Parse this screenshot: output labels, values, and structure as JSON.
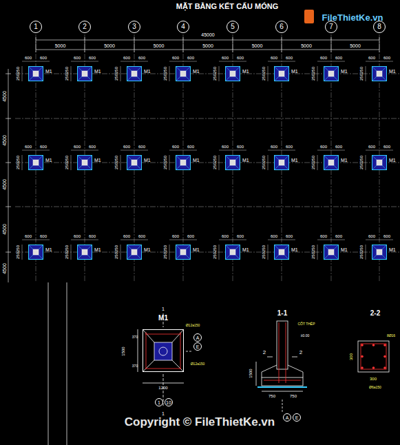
{
  "diagram": {
    "title": "MẶT BẰNG KẾT CẤU MÓNG",
    "nodes": [
      {
        "text": [
          "1"
        ]
      },
      {
        "text": [
          "2"
        ]
      },
      {
        "text": [
          "3"
        ]
      },
      {
        "text": [
          "4"
        ]
      },
      {
        "text": [
          "5"
        ]
      },
      {
        "text": [
          "6"
        ]
      },
      {
        "text": [
          "7"
        ]
      },
      {
        "text": [
          "8"
        ]
      },
      {
        "text": [
          "M1"
        ]
      },
      {
        "text": [
          "M1"
        ]
      },
      {
        "text": [
          "M1"
        ]
      },
      {
        "text": [
          "M1"
        ]
      },
      {
        "text": [
          "M1"
        ]
      },
      {
        "text": [
          "M1"
        ]
      },
      {
        "text": [
          "M1"
        ]
      },
      {
        "text": [
          "M1"
        ]
      },
      {
        "text": [
          "M1"
        ]
      },
      {
        "text": [
          "M1"
        ]
      },
      {
        "text": [
          "M1"
        ]
      },
      {
        "text": [
          "M1"
        ]
      },
      {
        "text": [
          "M1"
        ]
      },
      {
        "text": [
          "M1"
        ]
      },
      {
        "text": [
          "M1"
        ]
      },
      {
        "text": [
          "M1"
        ]
      },
      {
        "text": [
          "M1"
        ]
      },
      {
        "text": [
          "M1"
        ]
      },
      {
        "text": [
          "M1"
        ]
      },
      {
        "text": [
          "M1"
        ]
      },
      {
        "text": [
          "M1"
        ]
      },
      {
        "text": [
          "M1"
        ]
      },
      {
        "text": [
          "M1"
        ]
      },
      {
        "text": [
          "M1"
        ]
      },
      {
        "text": [
          "M1"
        ]
      },
      {
        "text": [
          "A"
        ]
      },
      {
        "text": [
          "E"
        ]
      },
      {
        "text": [
          "1"
        ]
      },
      {
        "text": [
          "10"
        ]
      },
      {
        "text": [
          "A"
        ]
      },
      {
        "text": [
          "E"
        ]
      }
    ],
    "labels": [
      "45000",
      "5000",
      "5000",
      "5000",
      "5000",
      "5000",
      "5000",
      "5000",
      "4500",
      "4500",
      "4500",
      "4500",
      "4500",
      "600",
      "600",
      "250250",
      "600",
      "600",
      "250250",
      "600",
      "600",
      "250250",
      "600",
      "600",
      "250250",
      "600",
      "600",
      "250250",
      "600",
      "600",
      "250250",
      "600",
      "600",
      "250250",
      "600",
      "600",
      "250250",
      "600",
      "600",
      "250250",
      "600",
      "600",
      "250250",
      "600",
      "600",
      "250250",
      "600",
      "600",
      "250250",
      "600",
      "600",
      "250250",
      "600",
      "600",
      "250250",
      "600",
      "600",
      "250250",
      "600",
      "600",
      "250250",
      "600",
      "600",
      "250250",
      "600",
      "600",
      "250250",
      "600",
      "600",
      "250250",
      "600",
      "600",
      "250250",
      "600",
      "600",
      "250250",
      "600",
      "600",
      "250250",
      "600",
      "600",
      "250250",
      "600",
      "600",
      "250250",
      "1500",
      "1200",
      "370",
      "370",
      "Ø12a150",
      "Ø12a150",
      "1-1",
      "2-2",
      "CỐT THÉP",
      "±0.00",
      "2",
      "2",
      "750",
      "750",
      "1500",
      "300",
      "300",
      "8Ø16",
      "Ø6a150",
      "FileThietKe.vn",
      "Copyright © FileThietKe.vn",
      "1",
      "1"
    ]
  }
}
